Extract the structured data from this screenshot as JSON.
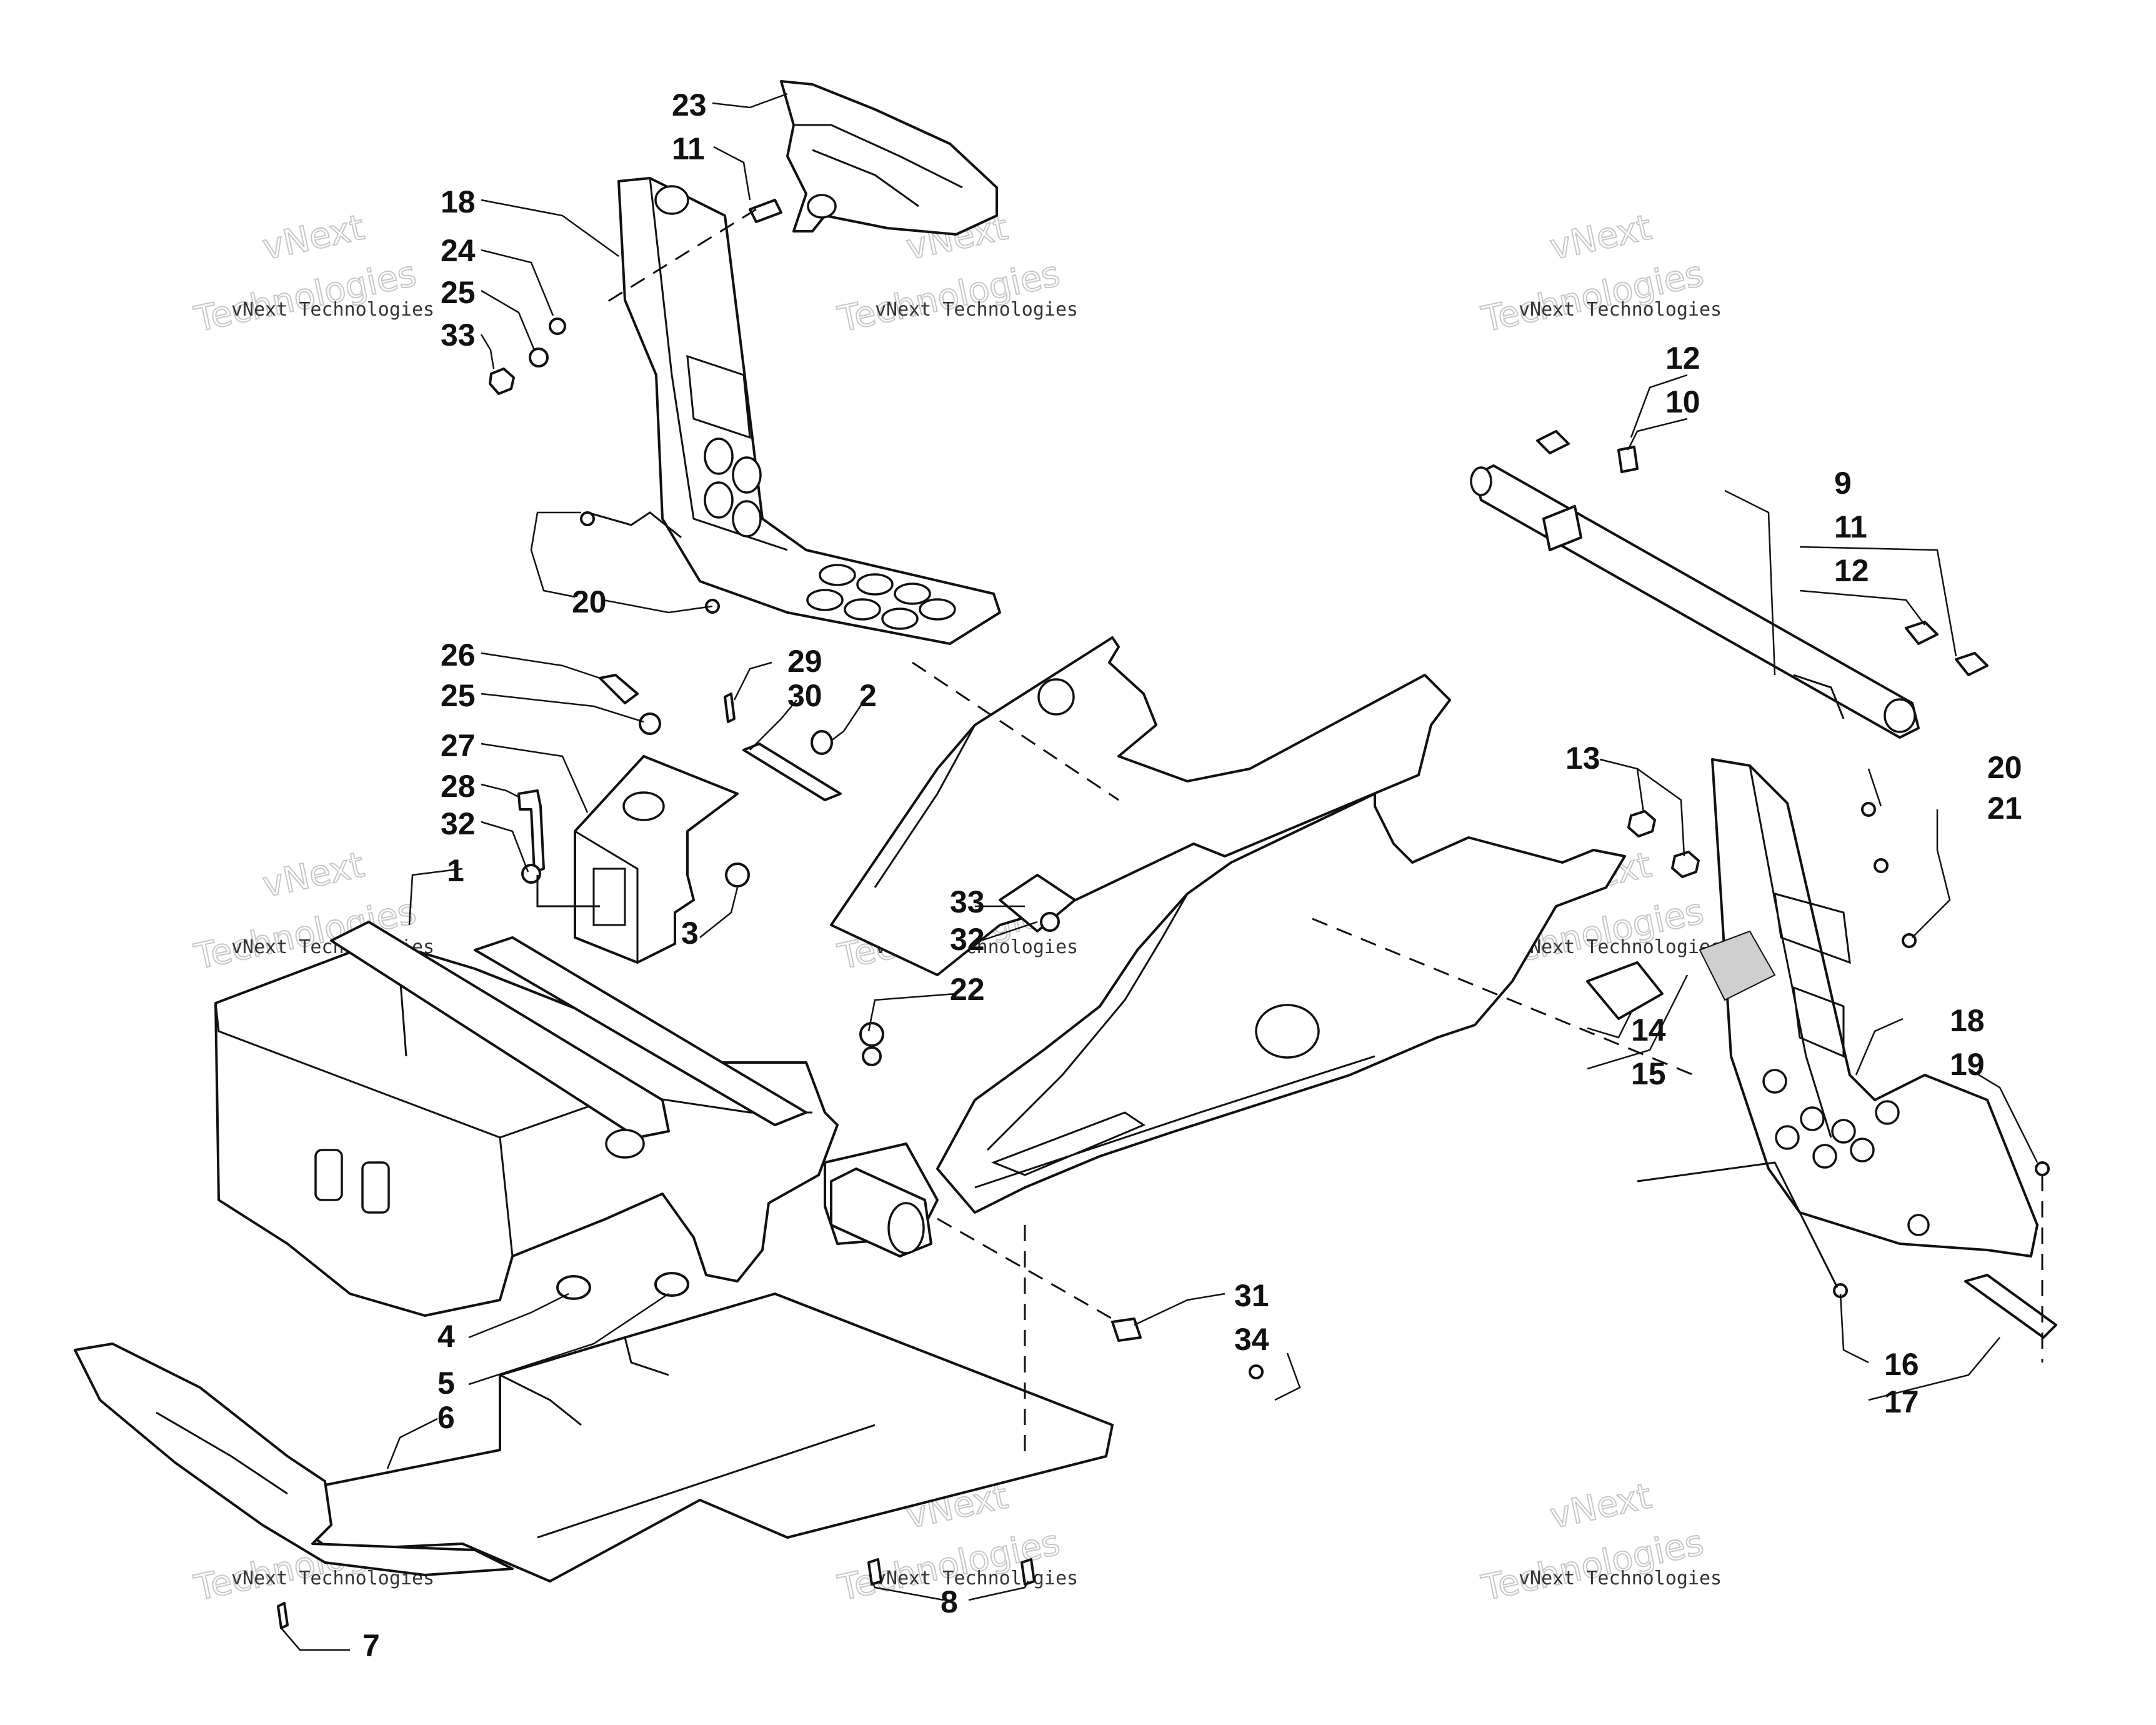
{
  "callouts": [
    "1",
    "2",
    "3",
    "4",
    "5",
    "6",
    "7",
    "8",
    "9",
    "10",
    "11",
    "11",
    "12",
    "12",
    "13",
    "14",
    "15",
    "16",
    "17",
    "18",
    "18",
    "19",
    "20",
    "20",
    "21",
    "22",
    "23",
    "24",
    "25",
    "25",
    "26",
    "27",
    "28",
    "29",
    "30",
    "31",
    "32",
    "32",
    "33",
    "33",
    "34"
  ],
  "watermark": {
    "brand": "vNext",
    "small": "vNext Technologies",
    "big": "Technologies"
  }
}
